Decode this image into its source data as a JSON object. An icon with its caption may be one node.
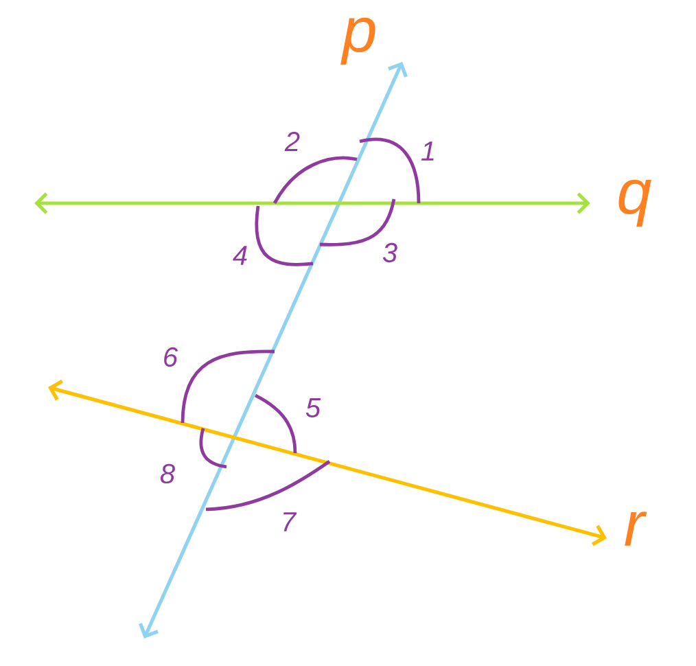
{
  "diagram": {
    "labels": [
      "p",
      "2",
      "1",
      "q",
      "4",
      "3",
      "6",
      "5",
      "8",
      "7",
      "r"
    ]
  }
}
